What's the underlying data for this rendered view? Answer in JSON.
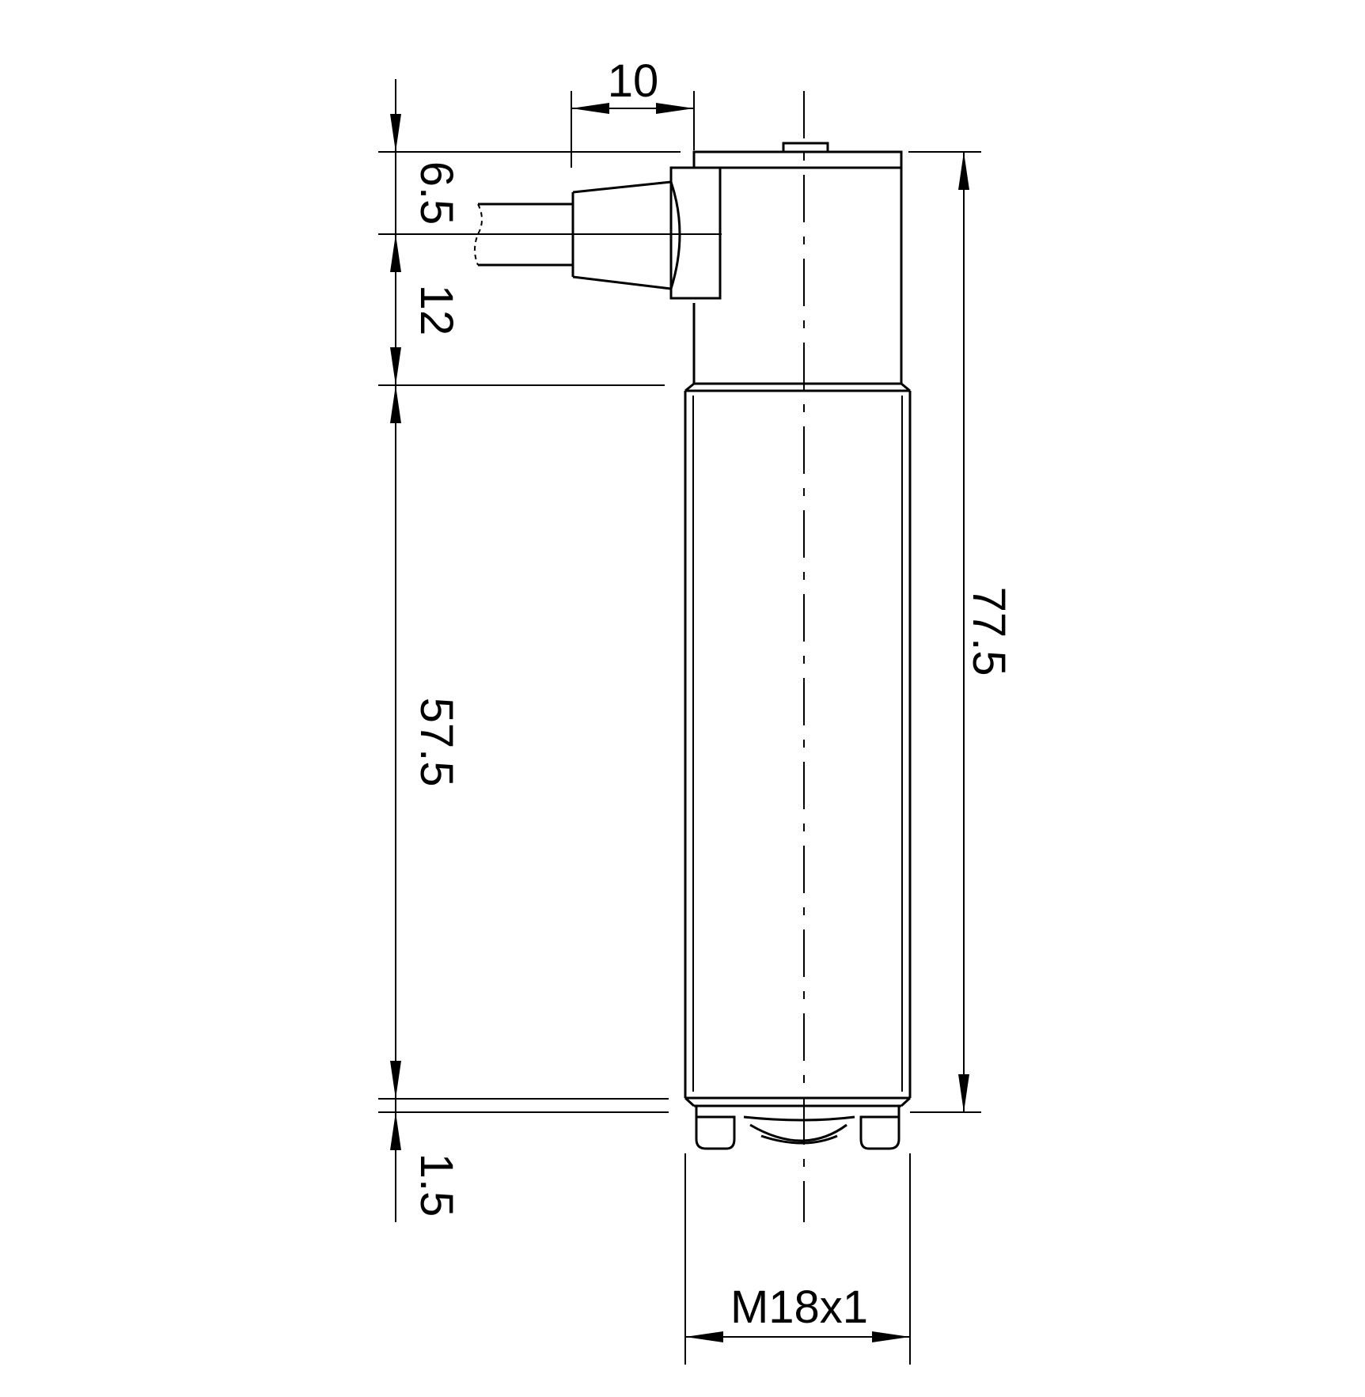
{
  "dimensions": {
    "cable_offset": "10",
    "top_to_cable_axis": "6.5",
    "cable_axis_to_thread": "12",
    "thread_length": "57.5",
    "lens_protrusion": "1.5",
    "overall_length": "77.5",
    "thread_size": "M18x1"
  },
  "colors": {
    "line": "#000000",
    "background": "#ffffff"
  }
}
